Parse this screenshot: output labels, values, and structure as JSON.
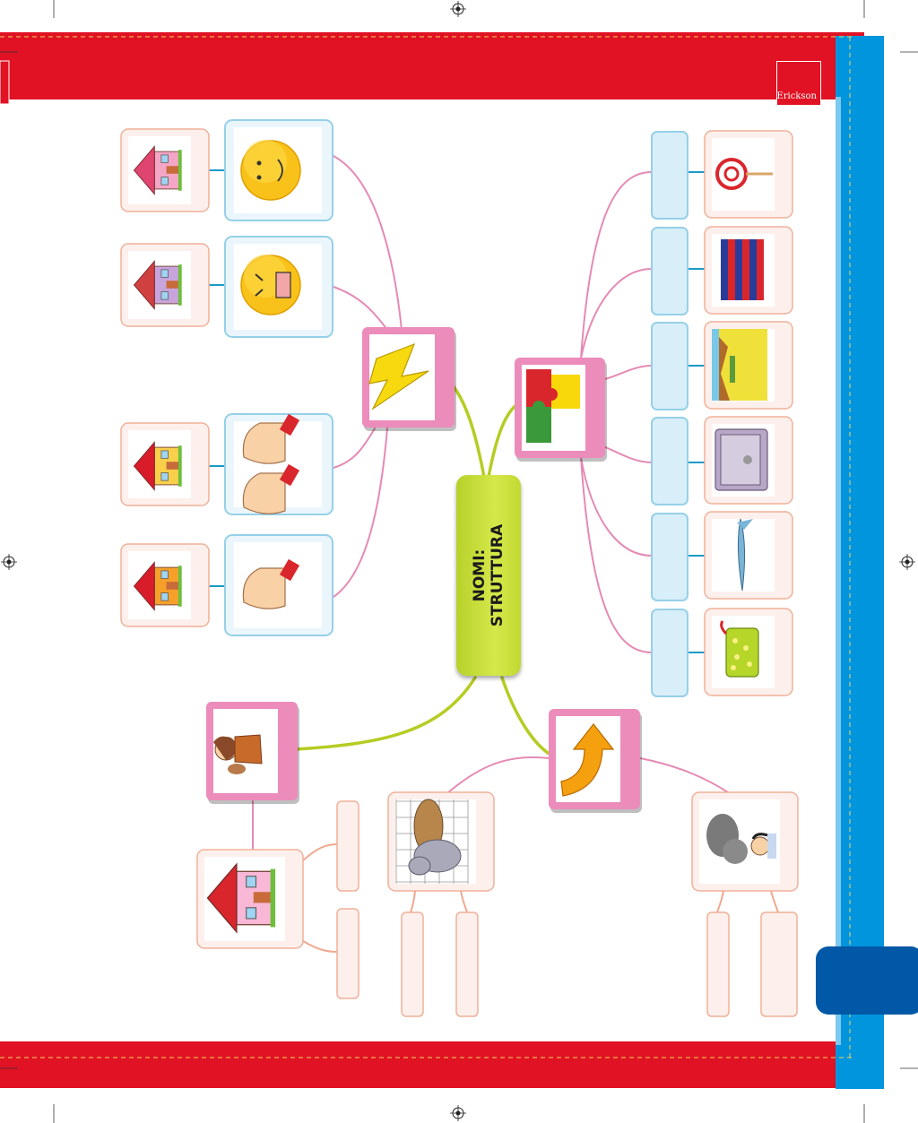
{
  "title": {
    "line1": "NOMI:",
    "line2": "STRUTTURA"
  },
  "brand": {
    "name": "Erickson"
  },
  "colors": {
    "red_band": "#e01224",
    "blue_band": "#0095dd",
    "tab_blue": "#0058a6",
    "pink_node": "#ec8cbb",
    "pink_line": "#e58ab5",
    "green_line": "#b6cc23",
    "light_blue_box": "#d8eef8",
    "light_blue_border": "#95d0e8",
    "salmon_border": "#f0b098",
    "salmon_fill": "#fdf0ec"
  },
  "branches": {
    "upper_left": {
      "icon": "lightning-icon",
      "pairs": [
        {
          "picture": "smiling-sun-icon",
          "house": "pink-house-icon"
        },
        {
          "picture": "angry-sun-icon",
          "house": "purple-house-icon"
        },
        {
          "picture": "two-hands-icon",
          "house": "yellow-building-icon"
        },
        {
          "picture": "hand-icon",
          "house": "small-orange-house-icon"
        }
      ]
    },
    "upper_right": {
      "icon": "puzzle-icon",
      "items": [
        "lollipop-icon",
        "striped-flag-icon",
        "desert-landscape-icon",
        "oven-icon",
        "swordfish-icon",
        "sponge-icon"
      ]
    },
    "lower_left": {
      "icon": "caveman-icon",
      "child": "big-pink-house-icon"
    },
    "lower_right": {
      "icon": "curved-arrow-icon",
      "children": [
        "elephant-grid-icon",
        "smoky-boy-icon"
      ]
    }
  }
}
